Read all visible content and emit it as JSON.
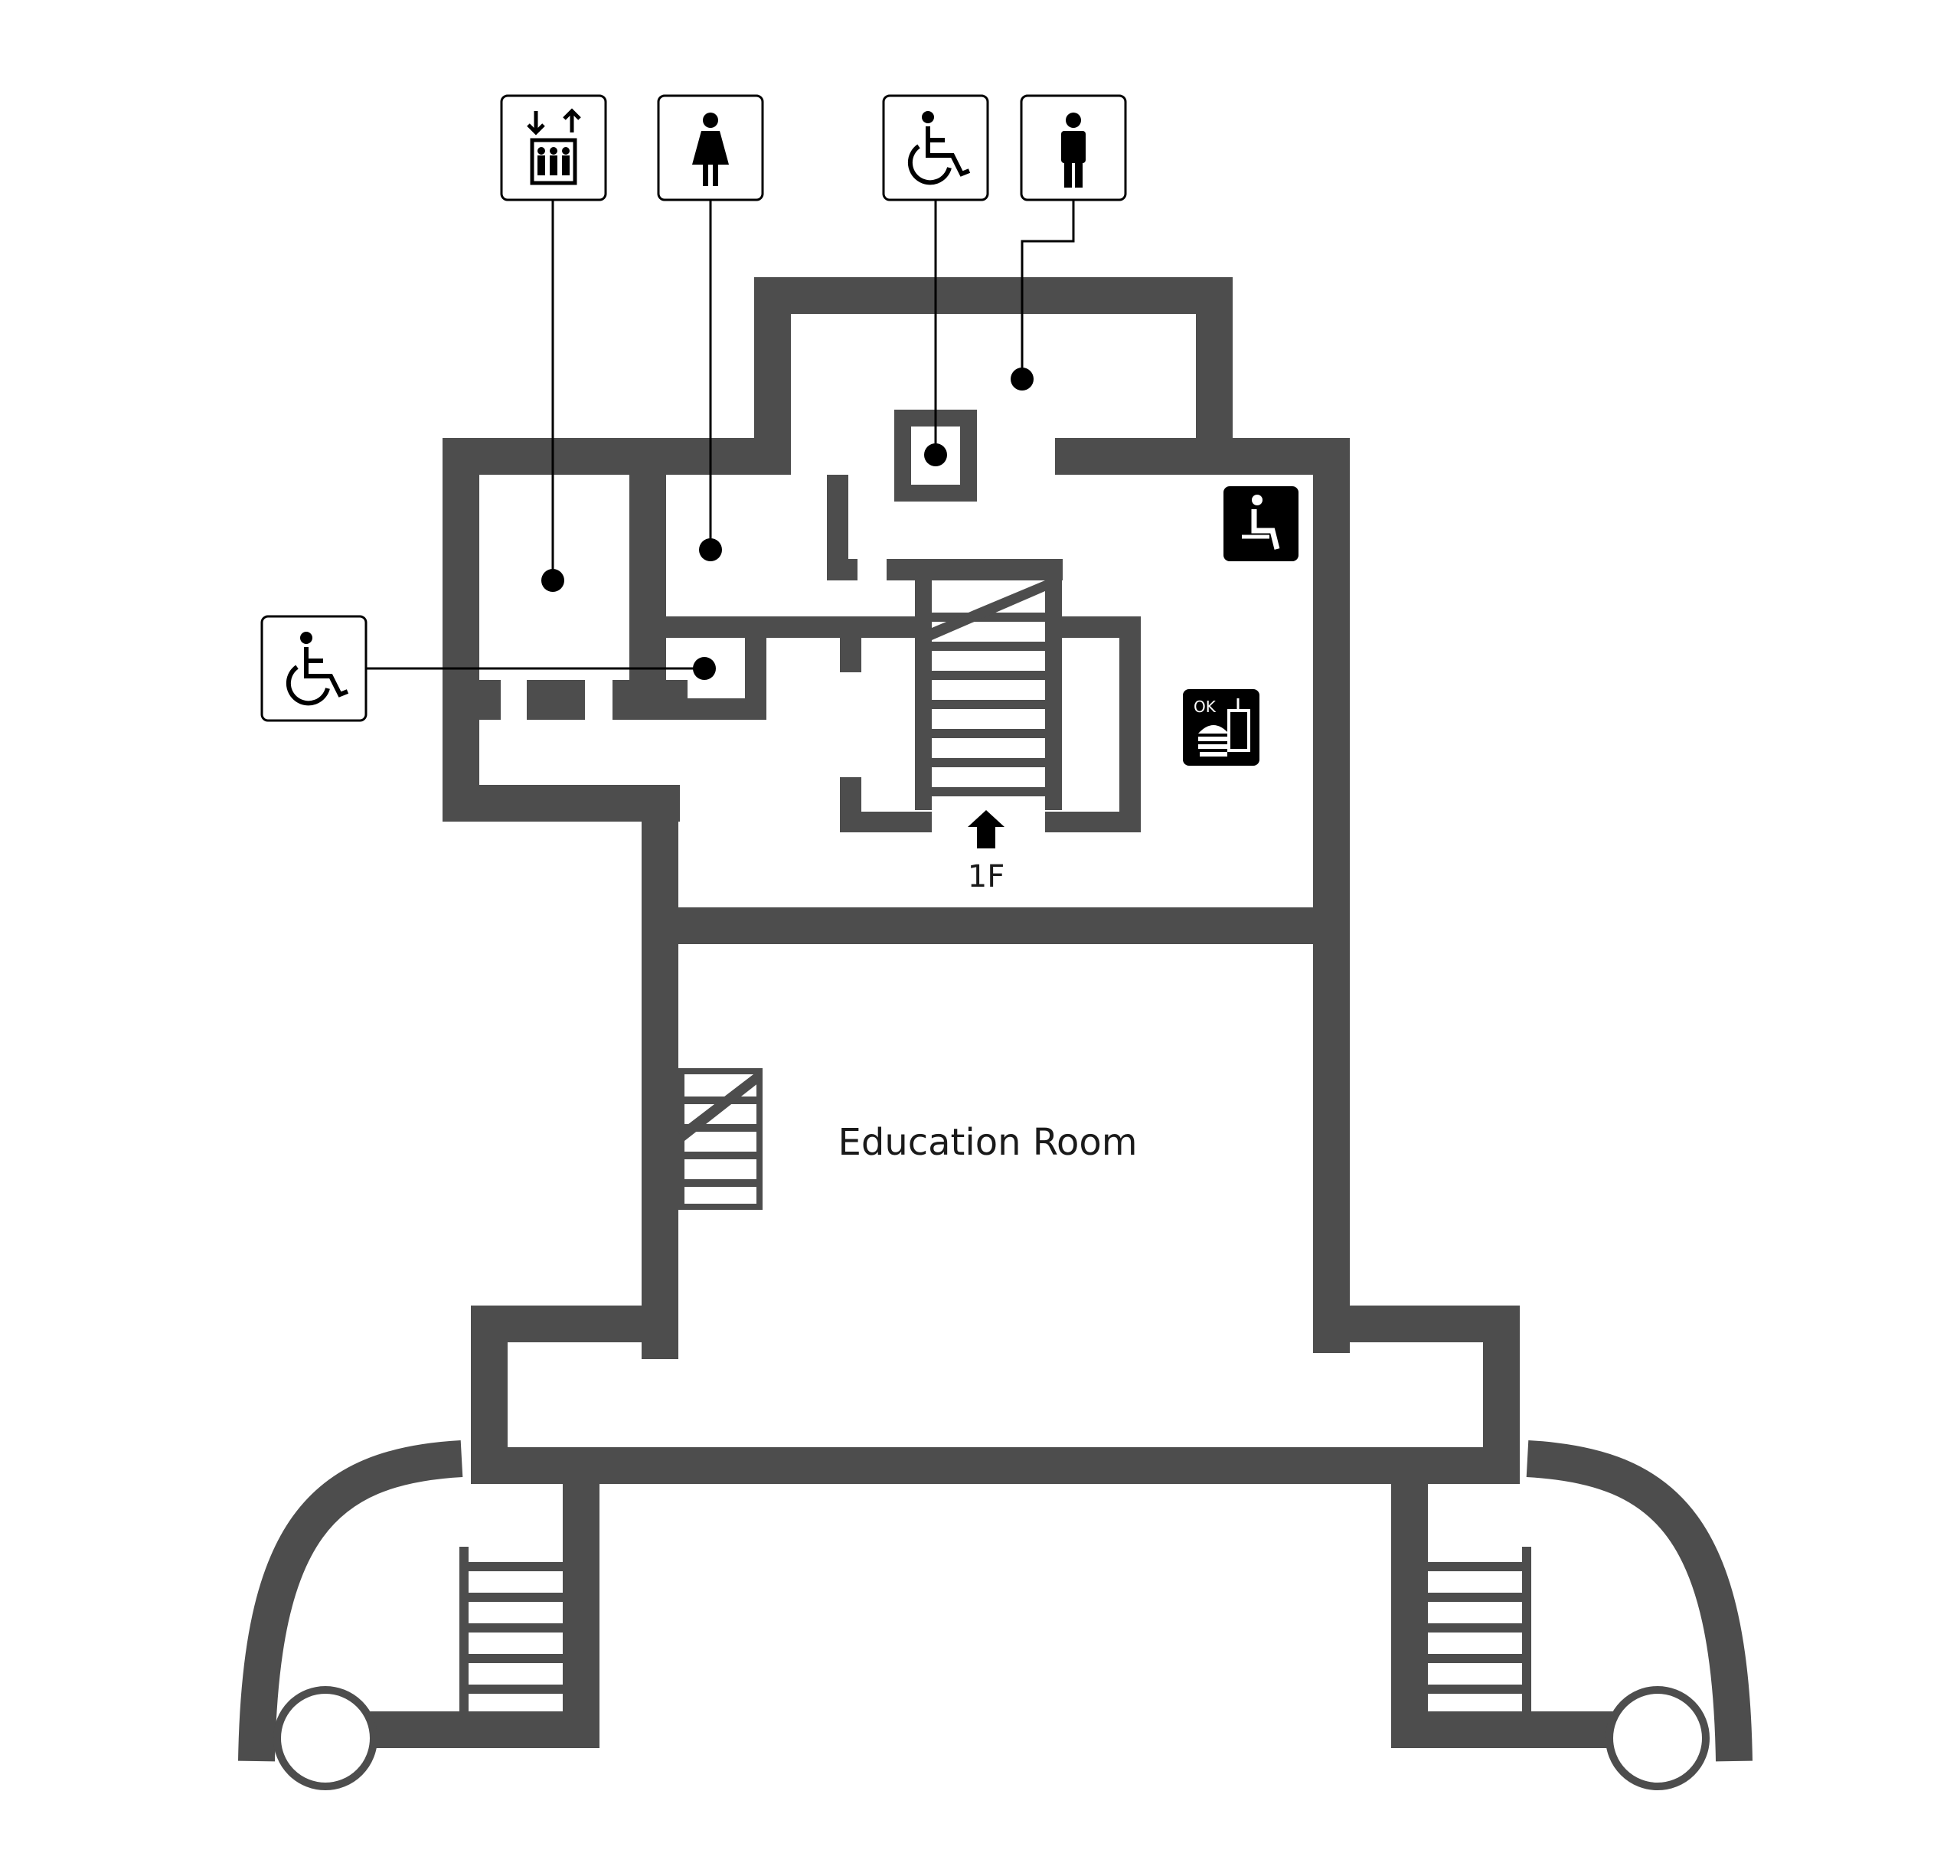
{
  "map": {
    "room_label": "Education Room",
    "floor_label": "1F",
    "food_badge_text": "OK"
  },
  "icons": [
    {
      "name": "elevator-icon"
    },
    {
      "name": "womens-restroom-icon"
    },
    {
      "name": "accessible-restroom-icon"
    },
    {
      "name": "mens-restroom-icon"
    },
    {
      "name": "accessible-restroom-icon"
    },
    {
      "name": "rest-area-icon"
    },
    {
      "name": "food-drink-allowed-icon"
    }
  ],
  "colors": {
    "wall": "#4d4d4d",
    "badge": "#000000",
    "background": "#ffffff"
  }
}
